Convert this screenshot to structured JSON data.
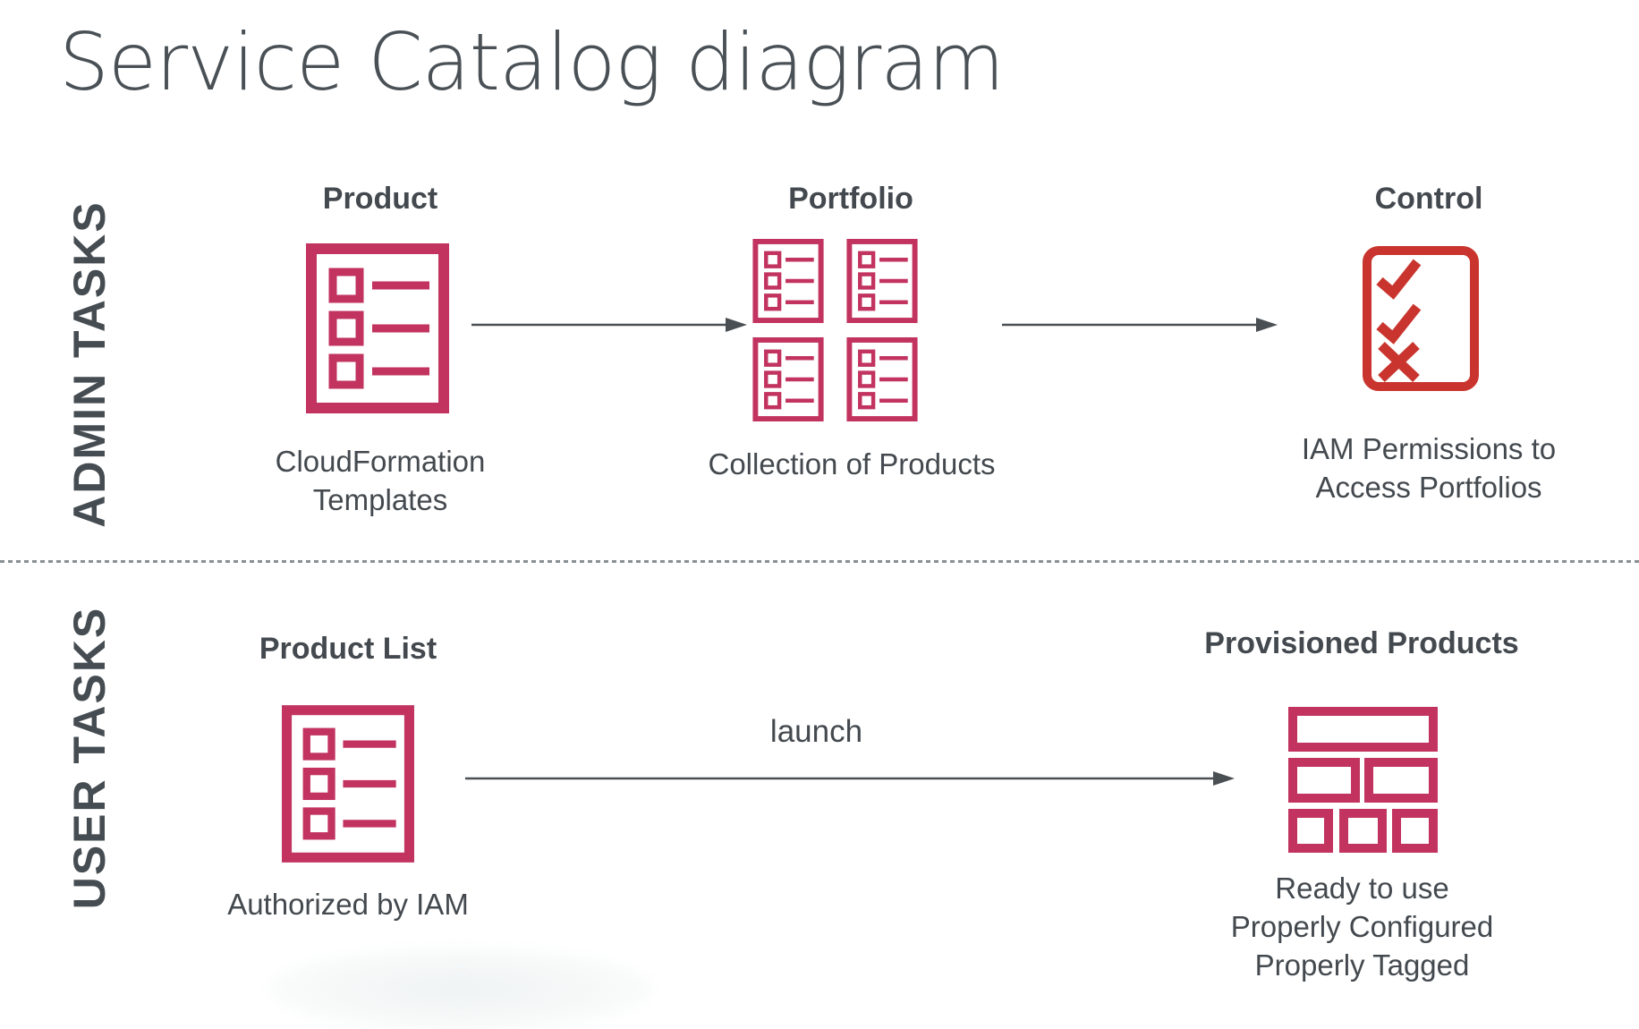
{
  "title": "Service Catalog diagram",
  "colors": {
    "crimson": "#C23360",
    "red": "#C9352E",
    "text": "#3F464B",
    "title": "#4A5156",
    "arrow": "#4A4F54",
    "divider": "#8A8F93"
  },
  "rows": {
    "admin": {
      "label": "ADMIN TASKS",
      "product": {
        "heading": "Product",
        "caption": "CloudFormation\nTemplates"
      },
      "portfolio": {
        "heading": "Portfolio",
        "caption": "Collection of Products"
      },
      "control": {
        "heading": "Control",
        "caption": "IAM Permissions to\nAccess Portfolios"
      }
    },
    "user": {
      "label": "USER TASKS",
      "product_list": {
        "heading": "Product List",
        "caption": "Authorized by IAM"
      },
      "launch_label": "launch",
      "provisioned": {
        "heading": "Provisioned Products",
        "caption": "Ready to use\nProperly Configured\nProperly Tagged"
      }
    }
  },
  "icons": {
    "product": "list-document-icon",
    "portfolio": "four-list-documents-icon",
    "control": "checklist-icon",
    "product_list": "list-document-icon",
    "provisioned": "stacked-blocks-icon"
  }
}
